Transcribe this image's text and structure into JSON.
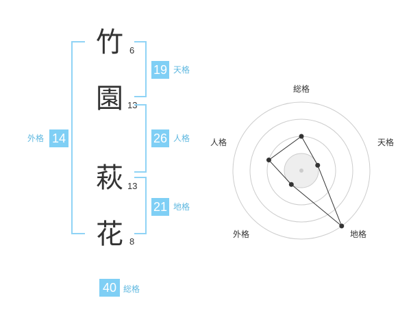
{
  "characters": [
    {
      "char": "竹",
      "strokes": "6"
    },
    {
      "char": "園",
      "strokes": "13"
    },
    {
      "char": "萩",
      "strokes": "13"
    },
    {
      "char": "花",
      "strokes": "8"
    }
  ],
  "fortunes": {
    "tenkaku": {
      "value": "19",
      "label": "天格"
    },
    "jinkaku": {
      "value": "26",
      "label": "人格"
    },
    "chikaku": {
      "value": "21",
      "label": "地格"
    },
    "gaikaku": {
      "value": "14",
      "label": "外格"
    },
    "soukaku": {
      "value": "40",
      "label": "総格"
    }
  },
  "chart_data": {
    "type": "radar",
    "axes": [
      "総格",
      "天格",
      "地格",
      "外格",
      "人格"
    ],
    "levels": 4,
    "values": [
      2,
      1,
      4,
      1,
      2
    ],
    "max": 4,
    "colors": {
      "accent": "#7fcff5",
      "grid": "#cccccc",
      "polygon_line": "#333333",
      "fill": "#eeeeee"
    }
  }
}
